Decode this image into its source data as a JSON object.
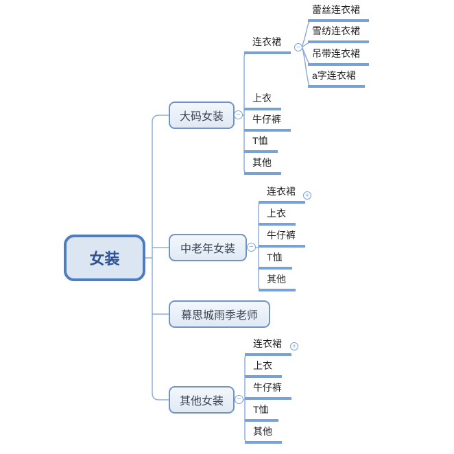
{
  "palette": {
    "root_border": "#4c7dc1",
    "root_fill": "#dce6f3",
    "root_text": "#2e5292",
    "node_border": "#7093c6",
    "node_text": "#3c4351",
    "underline": "#78a2d6",
    "connector": "#8fadd8",
    "toggle": "#7aa2d8"
  },
  "icons": {
    "collapse": "−",
    "expand": "+"
  },
  "root": {
    "label": "女装"
  },
  "branches": [
    {
      "label": "大码女装",
      "toggle": "collapse",
      "children": [
        {
          "label": "连衣裙",
          "toggle": "collapse",
          "children": [
            {
              "label": "蕾丝连衣裙"
            },
            {
              "label": "雪纺连衣裙"
            },
            {
              "label": "吊带连衣裙"
            },
            {
              "label": "a字连衣裙"
            }
          ]
        },
        {
          "label": "上衣"
        },
        {
          "label": "牛仔裤"
        },
        {
          "label": "T恤"
        },
        {
          "label": "其他"
        }
      ]
    },
    {
      "label": "中老年女装",
      "toggle": "collapse",
      "children": [
        {
          "label": "连衣裙",
          "toggle": "expand"
        },
        {
          "label": "上衣"
        },
        {
          "label": "牛仔裤"
        },
        {
          "label": "T恤"
        },
        {
          "label": "其他"
        }
      ]
    },
    {
      "label": "幕思城雨季老师"
    },
    {
      "label": "其他女装",
      "toggle": "collapse",
      "children": [
        {
          "label": "连衣裙",
          "toggle": "expand"
        },
        {
          "label": "上衣"
        },
        {
          "label": "牛仔裤"
        },
        {
          "label": "T恤"
        },
        {
          "label": "其他"
        }
      ]
    }
  ]
}
